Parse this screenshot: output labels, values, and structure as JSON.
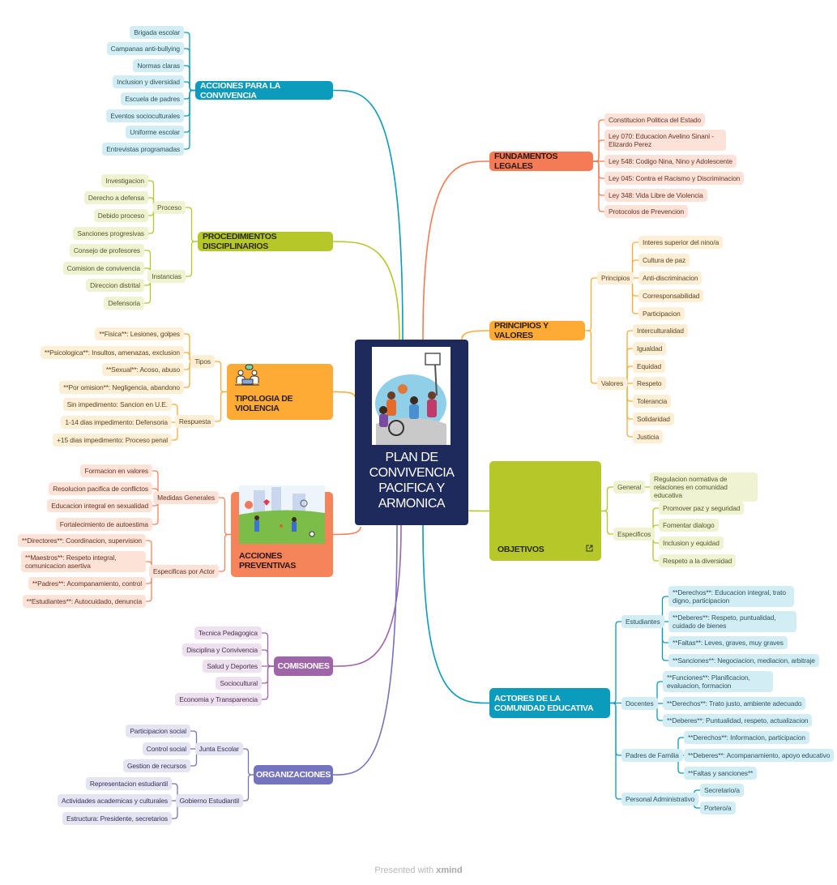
{
  "center": {
    "title": "PLAN DE CONVIVENCIA PACIFICA Y ARMONICA"
  },
  "branches": [
    {
      "title": "ACCIONES PARA LA CONVIVENCIA",
      "color": "#0a9bbd",
      "title_color": "#ffffff",
      "leaf_bg": "#d3edf4",
      "leaf_text": "#2b5563",
      "children": [
        {
          "label": "Brigada escolar"
        },
        {
          "label": "Campanas anti-bullying"
        },
        {
          "label": "Normas claras"
        },
        {
          "label": "Inclusion y diversidad"
        },
        {
          "label": "Escuela de padres"
        },
        {
          "label": "Eventos socioculturales"
        },
        {
          "label": "Uniforme escolar"
        },
        {
          "label": "Entrevistas programadas"
        }
      ]
    },
    {
      "title": "PROCEDIMIENTOS DISCIPLINARIOS",
      "color": "#b6c72a",
      "title_color": "#2a2a10",
      "leaf_bg": "#eff3d2",
      "leaf_text": "#555a2a",
      "children": [
        {
          "label": "Proceso",
          "children": [
            {
              "label": "Investigacion"
            },
            {
              "label": "Derecho a defensa"
            },
            {
              "label": "Debido proceso"
            },
            {
              "label": "Sanciones progresivas"
            }
          ]
        },
        {
          "label": "Instancias",
          "children": [
            {
              "label": "Consejo de profesores"
            },
            {
              "label": "Comision de convivencia"
            },
            {
              "label": "Direccion distrital"
            },
            {
              "label": "Defensoria"
            }
          ]
        }
      ]
    },
    {
      "title": "TIPOLOGIA DE VIOLENCIA",
      "color": "#fdab35",
      "title_color": "#2a1e08",
      "leaf_bg": "#fdeed6",
      "leaf_text": "#5e4520",
      "icon": "people-conversation-icon",
      "children": [
        {
          "label": "Tipos",
          "children": [
            {
              "label": "**Fisica**: Lesiones, golpes"
            },
            {
              "label": "**Psicologica**: Insultos, amenazas, exclusion"
            },
            {
              "label": "**Sexual**: Acoso, abuso"
            },
            {
              "label": "**Por omision**: Negligencia, abandono"
            }
          ]
        },
        {
          "label": "Respuesta",
          "children": [
            {
              "label": "Sin impedimento: Sancion en U.E."
            },
            {
              "label": "1-14 dias impedimento: Defensoria"
            },
            {
              "label": "+15 dias impedimento: Proceso penal"
            }
          ]
        }
      ]
    },
    {
      "title": "ACCIONES PREVENTIVAS",
      "color": "#f6845a",
      "title_color": "#2a140a",
      "leaf_bg": "#fde2d8",
      "leaf_text": "#6a3322",
      "icon": "park-illustration",
      "children": [
        {
          "label": "Medidas Generales",
          "children": [
            {
              "label": "Formacion en valores"
            },
            {
              "label": "Resolucion pacifica de conflictos"
            },
            {
              "label": "Educacion integral en sexualidad"
            },
            {
              "label": "Fortalecimiento de autoestima"
            }
          ]
        },
        {
          "label": "Especificas por Actor",
          "children": [
            {
              "label": "**Directores**: Coordinacion, supervision"
            },
            {
              "label": "**Maestros**: Respeto integral, comunicacion asertiva"
            },
            {
              "label": "**Padres**: Acompanamiento, control"
            },
            {
              "label": "**Estudiantes**: Autocuidado, denuncia"
            }
          ]
        }
      ]
    },
    {
      "title": "COMISIONES",
      "color": "#a064a8",
      "title_color": "#ffffff",
      "leaf_bg": "#ede0ef",
      "leaf_text": "#4a2f4e",
      "children": [
        {
          "label": "Tecnica Pedagogica"
        },
        {
          "label": "Disciplina y Convivencia"
        },
        {
          "label": "Salud y Deportes"
        },
        {
          "label": "Sociocultural"
        },
        {
          "label": "Economia y Transparencia"
        }
      ]
    },
    {
      "title": "ORGANIZACIONES",
      "color": "#7473bf",
      "title_color": "#ffffff",
      "leaf_bg": "#e5e4f3",
      "leaf_text": "#33325a",
      "children": [
        {
          "label": "Junta Escolar",
          "children": [
            {
              "label": "Participacion social"
            },
            {
              "label": "Control social"
            },
            {
              "label": "Gestion de recursos"
            }
          ]
        },
        {
          "label": "Gobierno Estudiantil",
          "children": [
            {
              "label": "Representacion estudiantil"
            },
            {
              "label": "Actividades academicas y culturales"
            },
            {
              "label": "Estructura: Presidente, secretarios"
            }
          ]
        }
      ]
    },
    {
      "title": "FUNDAMENTOS LEGALES",
      "color": "#f47b55",
      "title_color": "#2a140a",
      "leaf_bg": "#fde2da",
      "leaf_text": "#6a3322",
      "children": [
        {
          "label": "Constitucion Politica del Estado"
        },
        {
          "label": "Ley 070: Educacion Avelino Sinani - Elizardo Perez"
        },
        {
          "label": "Ley 548: Codigo Nina, Nino y Adolescente"
        },
        {
          "label": "Ley 045: Contra el Racismo y Discriminacion"
        },
        {
          "label": "Ley 348: Vida Libre de Violencia"
        },
        {
          "label": "Protocolos de Prevencion"
        }
      ]
    },
    {
      "title": "PRINCIPIOS Y VALORES",
      "color": "#fdab35",
      "title_color": "#2a1e08",
      "leaf_bg": "#fdeed6",
      "leaf_text": "#5e4520",
      "children": [
        {
          "label": "Principios",
          "children": [
            {
              "label": "Interes superior del nino/a"
            },
            {
              "label": "Cultura de paz"
            },
            {
              "label": "Anti-discriminacion"
            },
            {
              "label": "Corresponsabilidad"
            },
            {
              "label": "Participacion"
            }
          ]
        },
        {
          "label": "Valores",
          "children": [
            {
              "label": "Interculturalidad"
            },
            {
              "label": "Igualdad"
            },
            {
              "label": "Equidad"
            },
            {
              "label": "Respeto"
            },
            {
              "label": "Tolerancia"
            },
            {
              "label": "Solidaridad"
            },
            {
              "label": "Justicia"
            }
          ]
        }
      ]
    },
    {
      "title": "OBJETIVOS",
      "color": "#b6c72a",
      "title_color": "#2a2a10",
      "leaf_bg": "#eff3d2",
      "leaf_text": "#555a2a",
      "icon": "external-link-icon",
      "children": [
        {
          "label": "General",
          "children": [
            {
              "label": "Regulacion normativa de relaciones en comunidad educativa"
            }
          ]
        },
        {
          "label": "Especificos",
          "children": [
            {
              "label": "Promover paz y seguridad"
            },
            {
              "label": "Fomentar dialogo"
            },
            {
              "label": "Inclusion y equidad"
            },
            {
              "label": "Respeto a la diversidad"
            }
          ]
        }
      ]
    },
    {
      "title": "ACTORES DE LA COMUNIDAD EDUCATIVA",
      "color": "#0a9bbd",
      "title_color": "#ffffff",
      "leaf_bg": "#d3edf4",
      "leaf_text": "#2b5563",
      "children": [
        {
          "label": "Estudiantes",
          "children": [
            {
              "label": "**Derechos**: Educacion integral, trato digno, participacion"
            },
            {
              "label": "**Deberes**: Respeto, puntualidad, cuidado de bienes"
            },
            {
              "label": "**Faltas**: Leves, graves, muy graves"
            },
            {
              "label": "**Sanciones**: Negociacion, mediacion, arbitraje"
            }
          ]
        },
        {
          "label": "Docentes",
          "children": [
            {
              "label": "**Funciones**: Planificacion, evaluacion, formacion"
            },
            {
              "label": "**Derechos**: Trato justo, ambiente adecuado"
            },
            {
              "label": "**Deberes**: Puntualidad, respeto, actualizacion"
            }
          ]
        },
        {
          "label": "Padres de Familia",
          "children": [
            {
              "label": "**Derechos**: Informacion, participacion"
            },
            {
              "label": "**Deberes**: Acompanamiento, apoyo educativo"
            },
            {
              "label": "**Faltas y sanciones**"
            }
          ]
        },
        {
          "label": "Personal Administrativo",
          "children": [
            {
              "label": "Secretario/a"
            },
            {
              "label": "Portero/a"
            }
          ]
        }
      ]
    }
  ],
  "footer": {
    "prefix": "Presented with",
    "brand": "xmind"
  }
}
